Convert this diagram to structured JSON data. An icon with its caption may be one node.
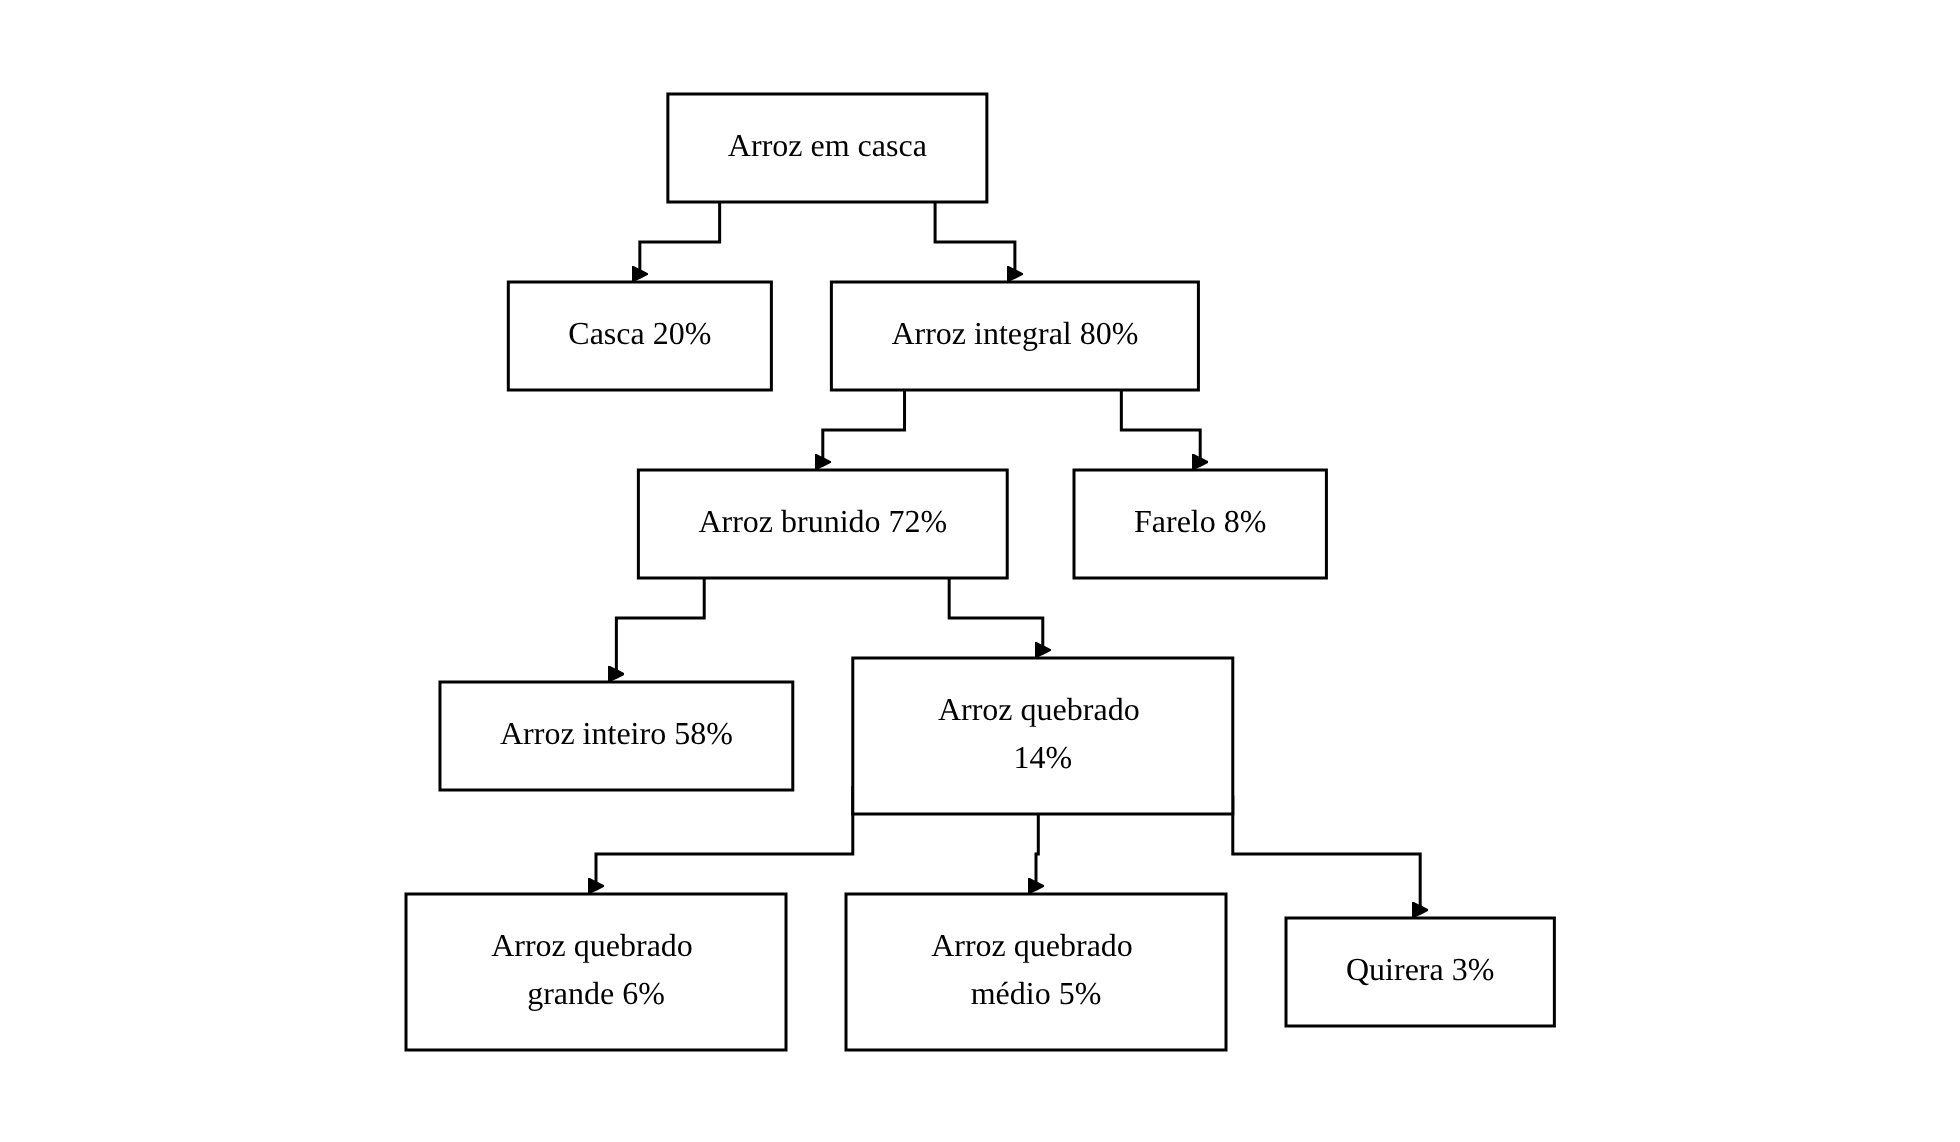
{
  "diagram": {
    "nodes": [
      {
        "text": [
          "Arroz em casca"
        ]
      },
      {
        "text": [
          "Casca 20%"
        ]
      },
      {
        "text": [
          "Arroz integral 80%"
        ]
      },
      {
        "text": [
          "Arroz brunido 72%"
        ]
      },
      {
        "text": [
          "Farelo 8%"
        ]
      },
      {
        "text": [
          "Arroz inteiro 58%"
        ]
      },
      {
        "text": [
          "Arroz quebrado 14%"
        ]
      },
      {
        "text": [
          "Arroz quebrado grande 6%"
        ]
      },
      {
        "text": [
          "Arroz quebrado médio 5%"
        ]
      },
      {
        "text": [
          "Quirera 3%"
        ]
      }
    ],
    "edges": [
      {
        "from": 0,
        "to": 1,
        "arrow": "to"
      },
      {
        "from": 0,
        "to": 2,
        "arrow": "to"
      },
      {
        "from": 2,
        "to": 3,
        "arrow": "to"
      },
      {
        "from": 2,
        "to": 4,
        "arrow": "to"
      },
      {
        "from": 3,
        "to": 5,
        "arrow": "to"
      },
      {
        "from": 3,
        "to": 6,
        "arrow": "to"
      },
      {
        "from": 6,
        "to": 7,
        "arrow": "to"
      },
      {
        "from": 6,
        "to": 8,
        "arrow": "to"
      },
      {
        "from": 6,
        "to": 9,
        "arrow": "to"
      }
    ]
  }
}
